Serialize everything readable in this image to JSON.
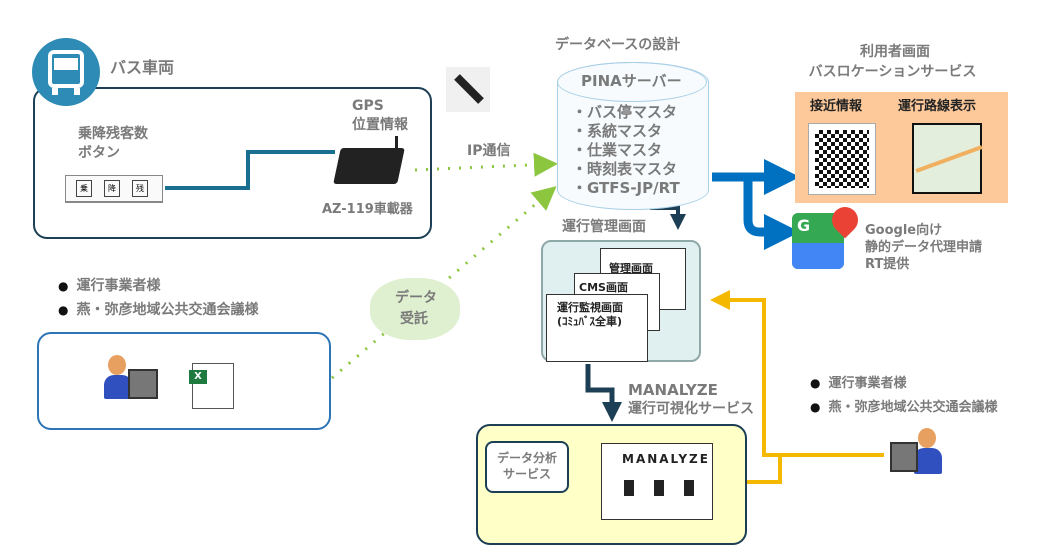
{
  "bus": {
    "title": "バス車両",
    "button_label": [
      "乗降残客数",
      "ボタン"
    ],
    "button_keys": [
      "乗",
      "降",
      "残"
    ],
    "gps_label": [
      "GPS",
      "位置情報"
    ],
    "device_label": "AZ-119車載器"
  },
  "ip_label": "IP通信",
  "cloud_label": [
    "データ",
    "受託"
  ],
  "left_clients": [
    "運行事業者様",
    "燕・弥彦地域公共交通会議様"
  ],
  "database": {
    "title": "データベースの設計",
    "server": "PINAサーバー",
    "items": [
      "・バス停マスタ",
      "・系統マスタ",
      "・仕業マスタ",
      "・時刻表マスタ",
      "・GTFS-JP/RT"
    ]
  },
  "user_screen": {
    "title": [
      "利用者画面",
      "バスロケーションサービス"
    ],
    "approach": "接近情報",
    "route": "運行路線表示"
  },
  "google": {
    "lines": [
      "Google向け",
      "静的データ代理申請",
      "RT提供"
    ],
    "icon_letter": "G"
  },
  "management": {
    "title": "運行管理画面",
    "screens": [
      "管理画面",
      "CMS画面",
      "運行監視画面",
      "(ｺﾐｭﾊﾞｽ全車)"
    ]
  },
  "manalyze": {
    "title": [
      "MANALYZE",
      "運行可視化サービス"
    ],
    "logo": "MANALYZE",
    "analysis": [
      "データ分析",
      "サービス"
    ]
  },
  "right_clients": [
    "運行事業者様",
    "燕・弥彦地域公共交通会議様"
  ],
  "colors": {
    "bus_teal": "#2e8bb5",
    "box_border": "#1c3f55",
    "ip_green": "#8cc63f",
    "blue_arrow": "#0070c0",
    "yellow_arrow": "#f5b800",
    "orange_panel": "#fdc99a",
    "manalyze_bg": "#ffffc8"
  }
}
